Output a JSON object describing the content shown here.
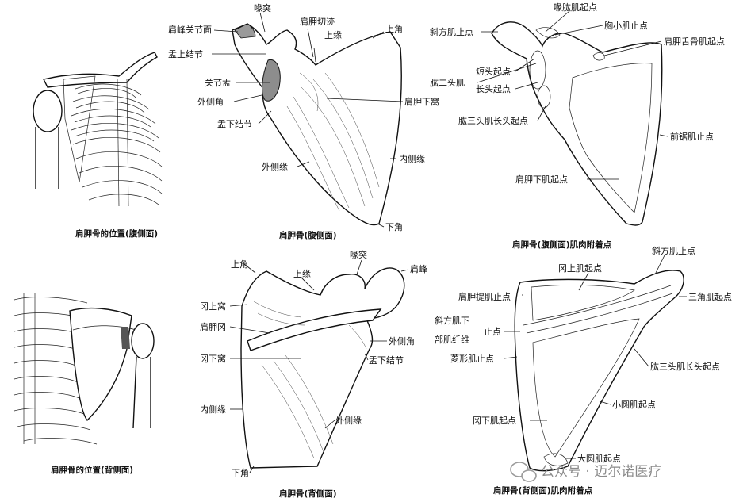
{
  "panels": {
    "anterior_position": {
      "caption": "肩胛骨的位置(腹侧面)"
    },
    "anterior_view": {
      "caption": "肩胛骨(腹侧面)",
      "labels": {
        "acromion_facet": "肩峰关节面",
        "coracoid": "喙突",
        "scapular_notch": "肩胛切迹",
        "superior_border": "上缘",
        "superior_angle": "上角",
        "supraglenoid": "盂上结节",
        "glenoid": "关节盂",
        "lateral_angle": "外侧角",
        "infraglenoid": "盂下结节",
        "subscapular_fossa": "肩胛下窝",
        "lateral_border": "外侧缘",
        "medial_border": "内侧缘",
        "inferior_angle": "下角"
      }
    },
    "anterior_muscles": {
      "caption": "肩胛骨(腹侧面)肌肉附着点",
      "labels": {
        "coracobrachialis": "喙肱肌起点",
        "trapezius": "斜方肌止点",
        "pectoralis_minor": "胸小肌止点",
        "omohyoid": "肩胛舌骨肌起点",
        "biceps": "肱二头肌",
        "short_head": "短头起点",
        "long_head": "长头起点",
        "triceps": "肱三头肌长头起点",
        "serratus": "前锯肌止点",
        "subscapularis": "肩胛下肌起点"
      }
    },
    "posterior_position": {
      "caption": "肩胛骨的位置(背侧面)"
    },
    "posterior_view": {
      "caption": "肩胛骨(背侧面)",
      "labels": {
        "coracoid": "喙突",
        "acromion": "肩峰",
        "superior_angle": "上角",
        "superior_border": "上缘",
        "supraspinous": "冈上窝",
        "spine": "肩胛冈",
        "infraspinous": "冈下窝",
        "lateral_angle": "外侧角",
        "infraglenoid": "盂下结节",
        "medial_border": "内侧缘",
        "lateral_border": "外侧缘",
        "inferior_angle": "下角"
      }
    },
    "posterior_muscles": {
      "caption": "肩胛骨(背侧面)肌肉附着点",
      "labels": {
        "trapezius": "斜方肌止点",
        "supraspinatus": "冈上肌起点",
        "levator": "肩胛提肌止点",
        "deltoid": "三角肌起点",
        "trapezius_lower_1": "斜方肌下",
        "trapezius_lower_2": "部肌纤维",
        "trapezius_lower_3": "止点",
        "rhomboid": "菱形肌止点",
        "triceps": "肱三头肌长头起点",
        "teres_minor": "小圆肌起点",
        "infraspinatus": "冈下肌起点",
        "teres_major": "大圆肌起点"
      }
    }
  },
  "watermark": {
    "text": "公众号 · 迈尔诺医疗"
  }
}
